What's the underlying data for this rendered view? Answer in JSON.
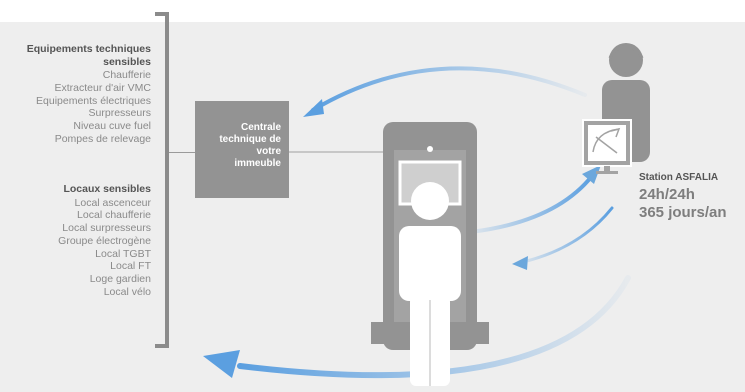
{
  "sensitive_equipment": {
    "title": "Equipements techniques sensibles",
    "items": [
      "Chaufferie",
      "Extracteur d'air VMC",
      "Equipements électriques",
      "Surpresseurs",
      "Niveau cuve fuel",
      "Pompes de relevage"
    ]
  },
  "sensitive_rooms": {
    "title": "Locaux sensibles",
    "items": [
      "Local ascenceur",
      "Local chaufferie",
      "Local surpresseurs",
      "Groupe électrogène",
      "Local TGBT",
      "Local FT",
      "Loge gardien",
      "Local vélo"
    ]
  },
  "central_unit": {
    "label_lines": [
      "Centrale",
      "technique de",
      "votre",
      "immeuble"
    ]
  },
  "station": {
    "label": "Station ASFALIA",
    "hours": "24h/24h",
    "days": "365 jours/an"
  },
  "colors": {
    "panel": "#eeeeee",
    "gray_box": "#939393",
    "arrow_blue": "#6ba7dc",
    "bracket": "#8b8b8b"
  },
  "icons": [
    "headset-operator-icon",
    "monitor-icon",
    "building-entrance-icon",
    "person-icon"
  ]
}
